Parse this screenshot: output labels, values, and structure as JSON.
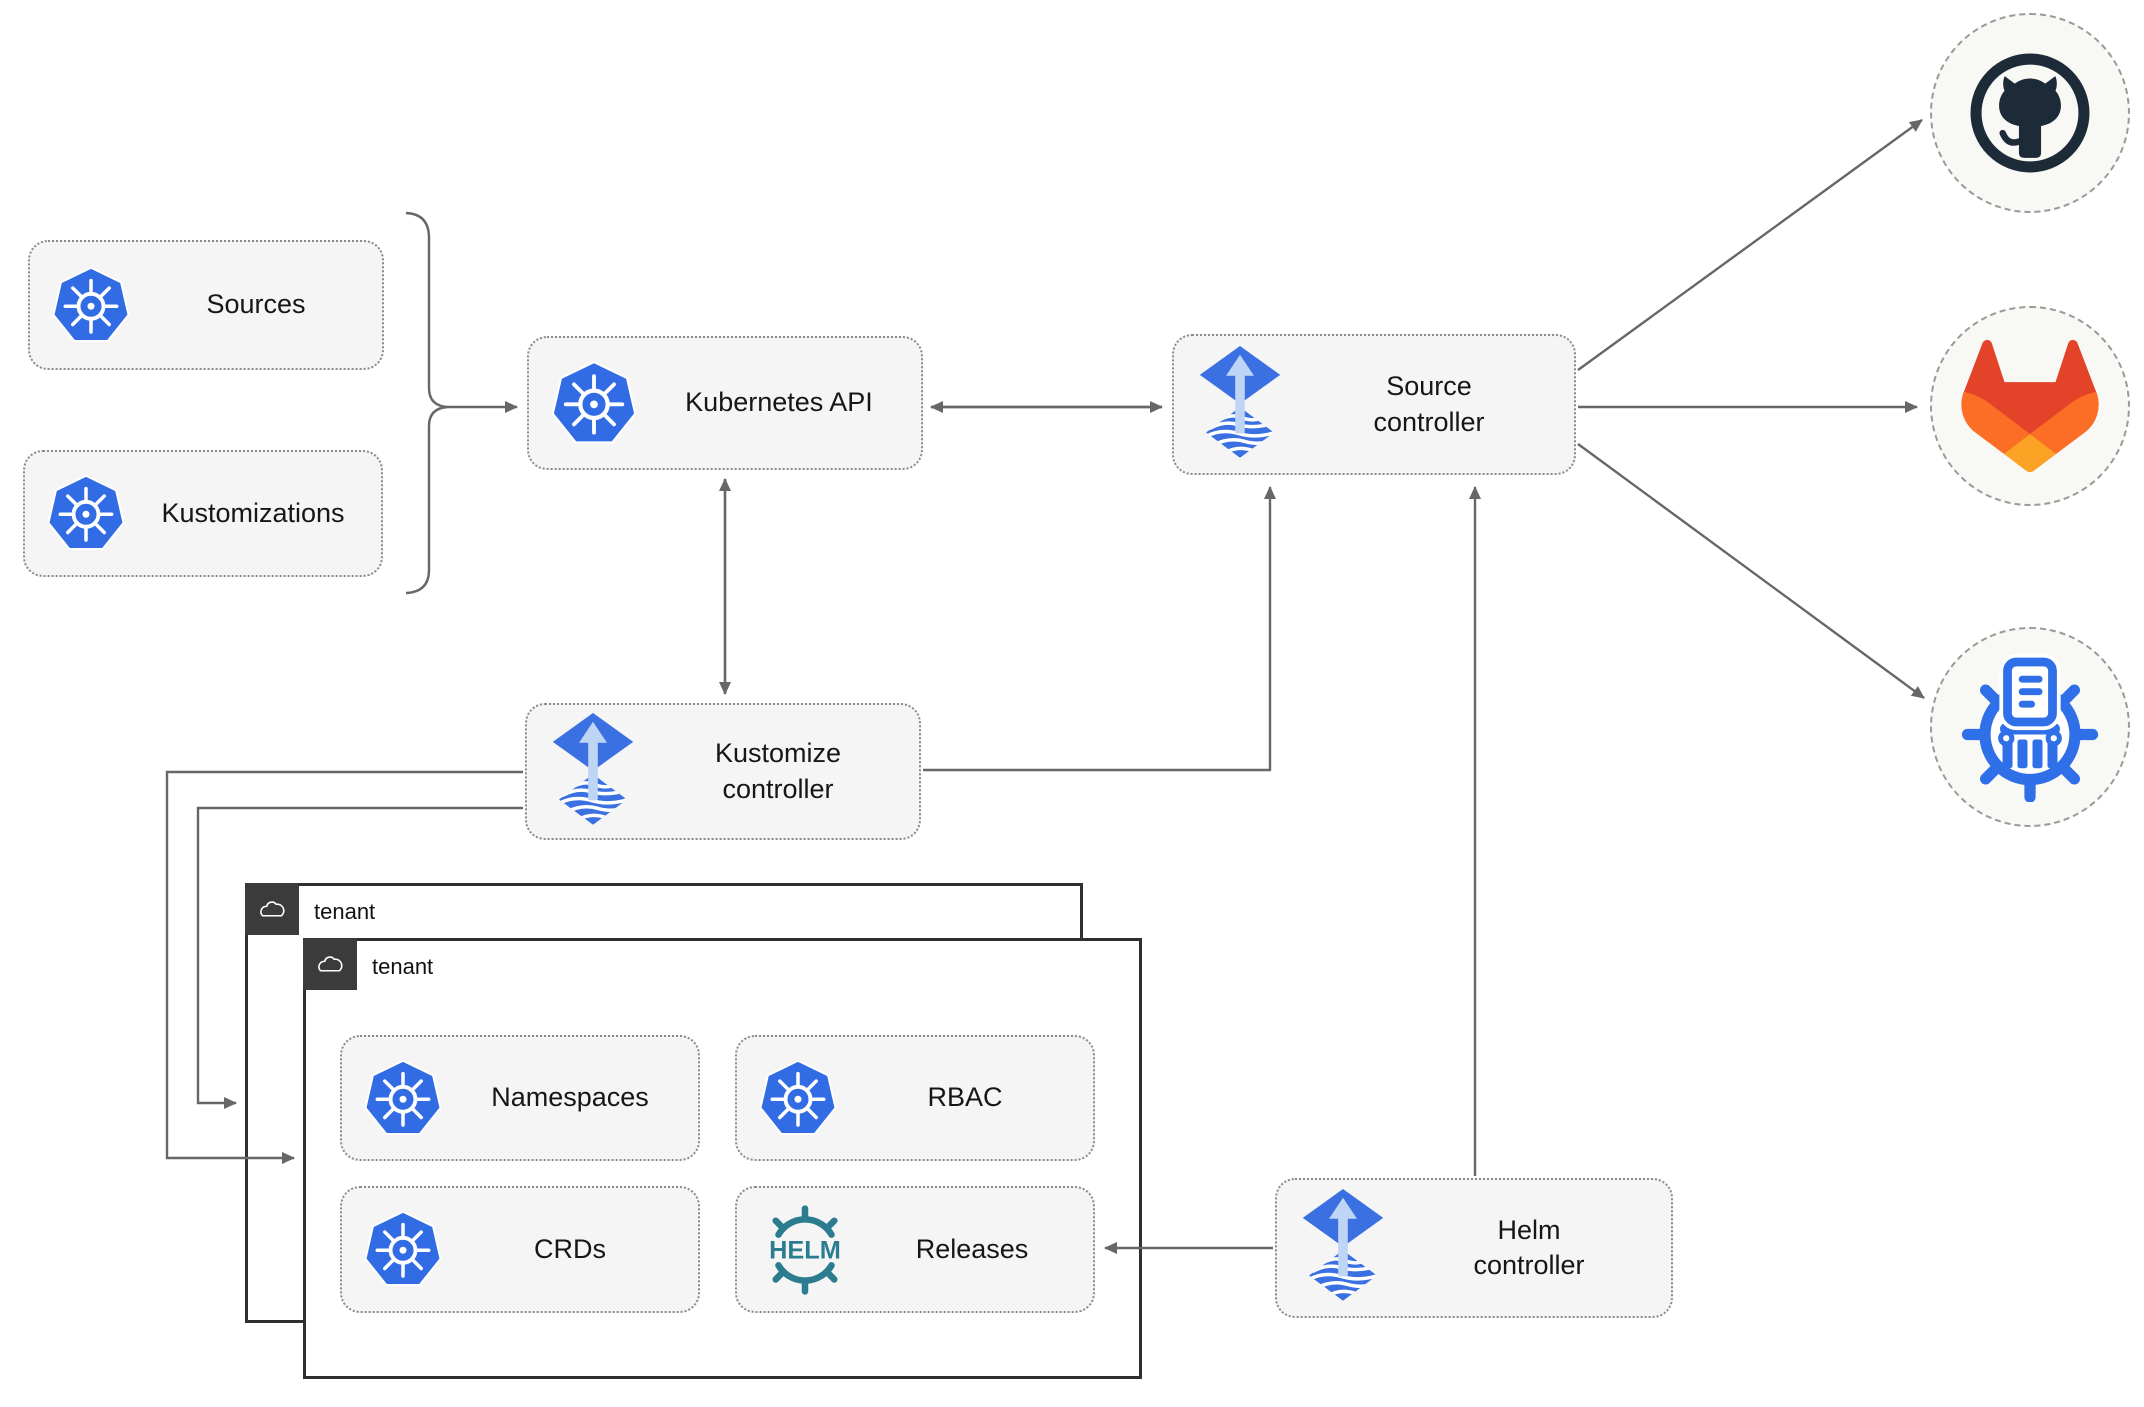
{
  "nodes": {
    "sources": {
      "label": "Sources",
      "icon": "kubernetes"
    },
    "kustomizations": {
      "label": "Kustomizations",
      "icon": "kubernetes"
    },
    "kubernetes_api": {
      "label": "Kubernetes API",
      "icon": "kubernetes"
    },
    "source_controller": {
      "label": "Source controller",
      "icon": "flux"
    },
    "kustomize_controller": {
      "label": "Kustomize controller",
      "icon": "flux"
    },
    "helm_controller": {
      "label": "Helm controller",
      "icon": "flux"
    },
    "tenant_back": {
      "label": "tenant",
      "icon": "cloud"
    },
    "tenant_front": {
      "label": "tenant",
      "icon": "cloud"
    },
    "namespaces": {
      "label": "Namespaces",
      "icon": "kubernetes"
    },
    "rbac": {
      "label": "RBAC",
      "icon": "kubernetes"
    },
    "crds": {
      "label": "CRDs",
      "icon": "kubernetes"
    },
    "releases": {
      "label": "Releases",
      "icon": "helm"
    },
    "github": {
      "icon": "github"
    },
    "gitlab": {
      "icon": "gitlab"
    },
    "chart_repository": {
      "icon": "chartmuseum"
    }
  },
  "edges": [
    {
      "from": "sources_and_kustomizations",
      "to": "kubernetes_api",
      "style": "arrow"
    },
    {
      "from": "kubernetes_api",
      "to": "source_controller",
      "style": "double-arrow"
    },
    {
      "from": "kubernetes_api",
      "to": "kustomize_controller",
      "style": "double-arrow"
    },
    {
      "from": "kustomize_controller",
      "to": "source_controller",
      "style": "arrow"
    },
    {
      "from": "kustomize_controller",
      "to": "tenant_front",
      "style": "arrow"
    },
    {
      "from": "kustomize_controller",
      "to": "tenant_back",
      "style": "arrow"
    },
    {
      "from": "helm_controller",
      "to": "source_controller",
      "style": "arrow"
    },
    {
      "from": "helm_controller",
      "to": "releases",
      "style": "arrow"
    },
    {
      "from": "source_controller",
      "to": "github",
      "style": "arrow"
    },
    {
      "from": "source_controller",
      "to": "gitlab",
      "style": "arrow"
    },
    {
      "from": "source_controller",
      "to": "chart_repository",
      "style": "arrow"
    }
  ],
  "colors": {
    "background": "#ffffff",
    "node_fill": "#f5f5f5",
    "node_border": "#8a8a8a",
    "edge": "#676767",
    "tenant_border": "#2f2f2f",
    "tenant_header": "#3b3b3b",
    "kubernetes_blue": "#326CE5",
    "flux_blue": "#3A70E2",
    "flux_arrow": "#BFD5F5",
    "helm_teal": "#2B7C8F",
    "chartmuseum_blue": "#2F6FE8",
    "github_dark": "#1D2A38",
    "gitlab_red": "#E24329",
    "gitlab_orange": "#FC6D26",
    "gitlab_yellow": "#FCA326"
  }
}
